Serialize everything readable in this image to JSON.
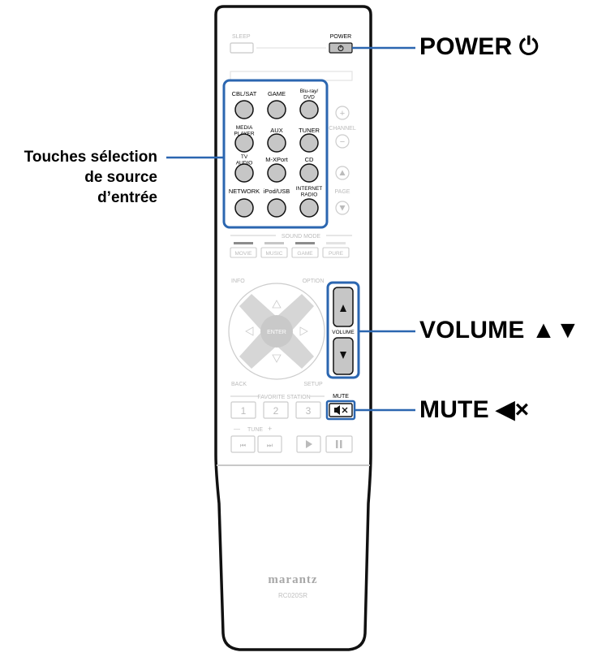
{
  "remote": {
    "brand": "marantz",
    "model": "RC020SR",
    "sleep_label": "SLEEP",
    "power_label": "POWER",
    "power_symbol": "⏻",
    "source_buttons": [
      {
        "label": "CBL/SAT"
      },
      {
        "label": "GAME"
      },
      {
        "label": "Blu-ray/ DVD"
      },
      {
        "label": "MEDIA PLAYER"
      },
      {
        "label": "AUX"
      },
      {
        "label": "TUNER"
      },
      {
        "label": "TV AUDIO"
      },
      {
        "label": "M-XPort"
      },
      {
        "label": "CD"
      },
      {
        "label": "NETWORK"
      },
      {
        "label": "iPod/USB"
      },
      {
        "label": "INTERNET RADIO"
      }
    ],
    "channel_label": "CHANNEL",
    "page_label": "PAGE",
    "sound_mode_label": "SOUND MODE",
    "sound_modes": [
      "MOVIE",
      "MUSIC",
      "GAME",
      "PURE"
    ],
    "info_label": "INFO",
    "option_label": "OPTION",
    "back_label": "BACK",
    "setup_label": "SETUP",
    "enter_label": "ENTER",
    "volume_label": "VOLUME",
    "favorite_label": "FAVORITE STATION",
    "favorite_buttons": [
      "1",
      "2",
      "3"
    ],
    "mute_label": "MUTE",
    "tune_label": "TUNE",
    "tune_minus": "—",
    "tune_plus": "+"
  },
  "callouts": {
    "power": "POWER ⏻",
    "sources_line1": "Touches sélection",
    "sources_line2": "de source",
    "sources_line3": "d’entrée",
    "volume": "VOLUME ▲▼",
    "mute": "MUTE ◀︎×"
  },
  "colors": {
    "highlight": "#2b66b0",
    "outline": "#111111",
    "faint": "#c8c8c8",
    "button_fill": "#c6c6c6"
  }
}
